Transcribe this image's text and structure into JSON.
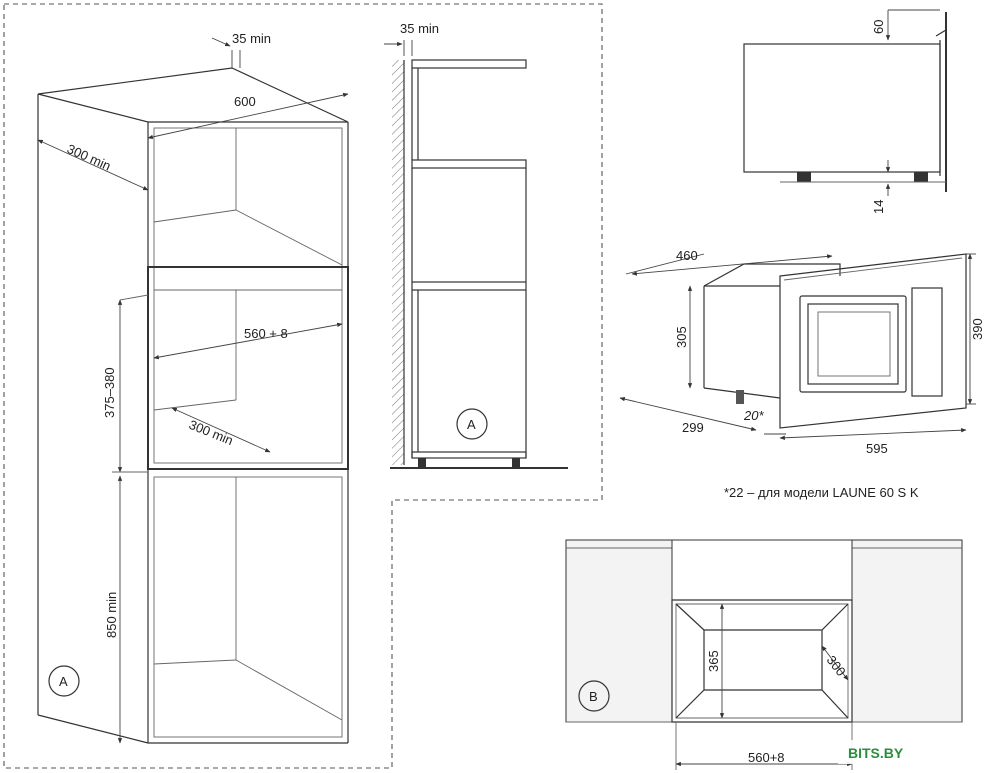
{
  "dims": {
    "top_gap": "35 min",
    "width_600": "600",
    "depth_300min": "300 min",
    "opening_width": "560 + 8",
    "opening_height": "375–380",
    "opening_depth": "300 min",
    "base_height": "850 min",
    "side_gap": "35 min",
    "top_60": "60",
    "bottom_14": "14",
    "depth_460": "460",
    "height_305": "305",
    "height_390": "390",
    "depth_299": "299",
    "front_20": "20*",
    "width_595": "595",
    "niche_365": "365",
    "niche_300": "300",
    "niche_width": "560+8"
  },
  "labels": {
    "circle_a_main": "A",
    "circle_a_side": "A",
    "circle_b": "B"
  },
  "note": "*22 – для модели LAUNE 60 S K",
  "watermark": "BITS.BY"
}
